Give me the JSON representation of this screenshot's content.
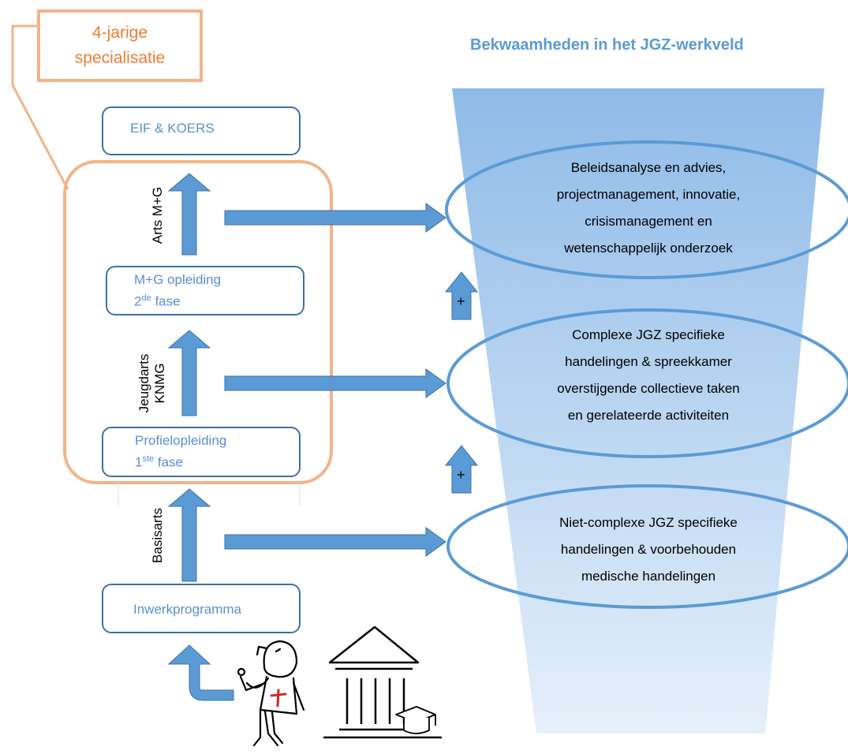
{
  "title_box": {
    "line1": "4-jarige",
    "line2": "specialisatie"
  },
  "heading": "Bekwaamheden in het JGZ-werkveld",
  "stages": {
    "eif": "EIF & KOERS",
    "mg_line1": "M+G opleiding",
    "mg_ord": "2",
    "mg_sup": "de",
    "mg_rest": " fase",
    "profiel_line1": "Profielopleiding",
    "profiel_ord": "1",
    "profiel_sup": "ste",
    "profiel_rest": " fase",
    "inwerk": "Inwerkprogramma"
  },
  "vertical_labels": {
    "arts": "Arts M+G",
    "jeugdarts_line1": "Jeugdarts",
    "jeugdarts_line2": "KNMG",
    "basisarts": "Basisarts"
  },
  "competencies": {
    "top": [
      "Beleidsanalyse en advies,",
      "projectmanagement, innovatie,",
      "crisismanagement en",
      "wetenschappelijk onderzoek"
    ],
    "middle": [
      "Complexe JGZ specifieke",
      "handelingen & spreekkamer",
      "overstijgende collectieve taken",
      "en gerelateerde activiteiten"
    ],
    "bottom": [
      "Niet-complexe JGZ specifieke",
      "handelingen & voorbehouden",
      "medische handelingen"
    ]
  },
  "plus_sign": "+",
  "colors": {
    "arrow": "#5b9bd5",
    "box_border": "#3f6fa4",
    "orange": "#f2b48a",
    "orange_text": "#ed7d31",
    "funnel_top": "#8fbbe8",
    "funnel_bottom": "#e6f0fb"
  }
}
